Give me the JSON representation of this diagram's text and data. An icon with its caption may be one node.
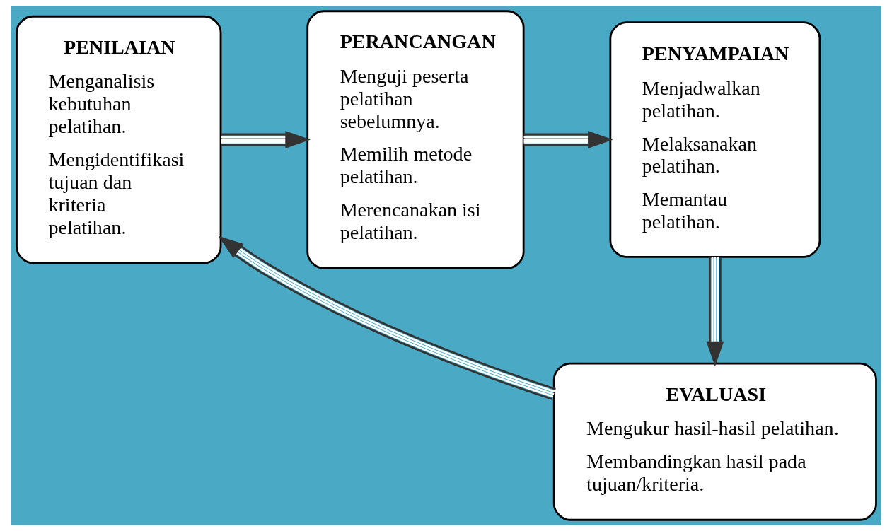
{
  "diagram": {
    "nodes": [
      {
        "text": [
          "PENILAIAN",
          "Menganalisis kebutuhan pelatihan.",
          "Mengidentifikasi tujuan dan kriteria pelatihan."
        ]
      },
      {
        "text": [
          "PERANCANGAN",
          "Menguji peserta pelatihan sebelumnya.",
          "Memilih metode pelatihan.",
          "Merencanakan isi pelatihan."
        ]
      },
      {
        "text": [
          "PENYAMPAIAN",
          "Menjadwalkan pelatihan.",
          "Melaksanakan pelatihan.",
          "Memantau pelatihan."
        ]
      },
      {
        "text": [
          "EVALUASI",
          "Mengukur hasil-hasil pelatihan.",
          "Membandingkan hasil pada tujuan/kriteria."
        ]
      }
    ],
    "edges": [
      {
        "from": 0,
        "to": 1,
        "arrow": "to"
      },
      {
        "from": 1,
        "to": 2,
        "arrow": "to"
      },
      {
        "from": 2,
        "to": 3,
        "arrow": "to"
      },
      {
        "from": 3,
        "to": 0,
        "arrow": "to"
      }
    ]
  }
}
